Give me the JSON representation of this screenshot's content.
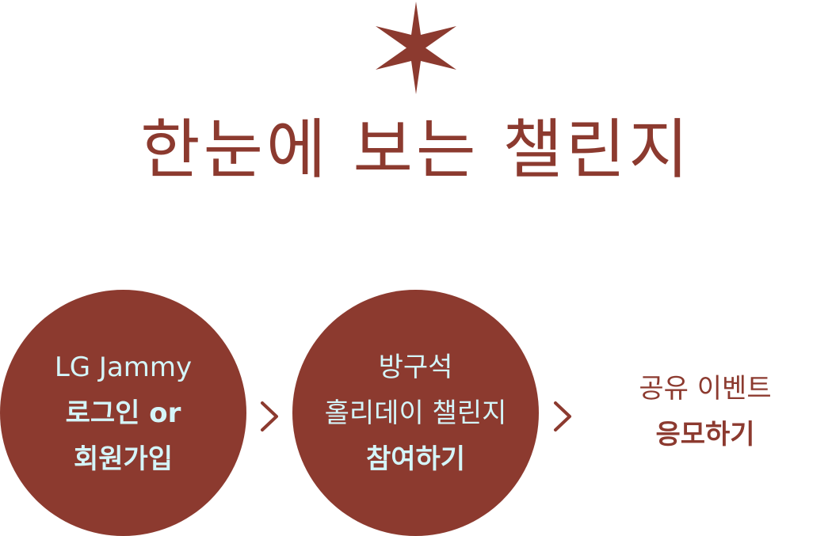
{
  "header": {
    "icon": "six-point-star-icon",
    "title": "한눈에 보는 챌린지"
  },
  "steps": [
    {
      "lines": [
        {
          "text": "LG Jammy",
          "bold": false
        },
        {
          "text": "로그인 or",
          "bold": true
        },
        {
          "text": "회원가입",
          "bold": true
        }
      ]
    },
    {
      "lines": [
        {
          "text": "방구석",
          "bold": false
        },
        {
          "text": "홀리데이 챌린지",
          "bold": false
        },
        {
          "text": "참여하기",
          "bold": true
        }
      ]
    },
    {
      "lines": [
        {
          "text": "공유 이벤트",
          "bold": false
        },
        {
          "text": "응모하기",
          "bold": true
        }
      ]
    }
  ],
  "separators": [
    "chevron-right-icon",
    "chevron-right-icon"
  ],
  "colors": {
    "brand": "#8c3a2f",
    "circle_text": "#d4f5f9",
    "background": "#ffffff"
  }
}
